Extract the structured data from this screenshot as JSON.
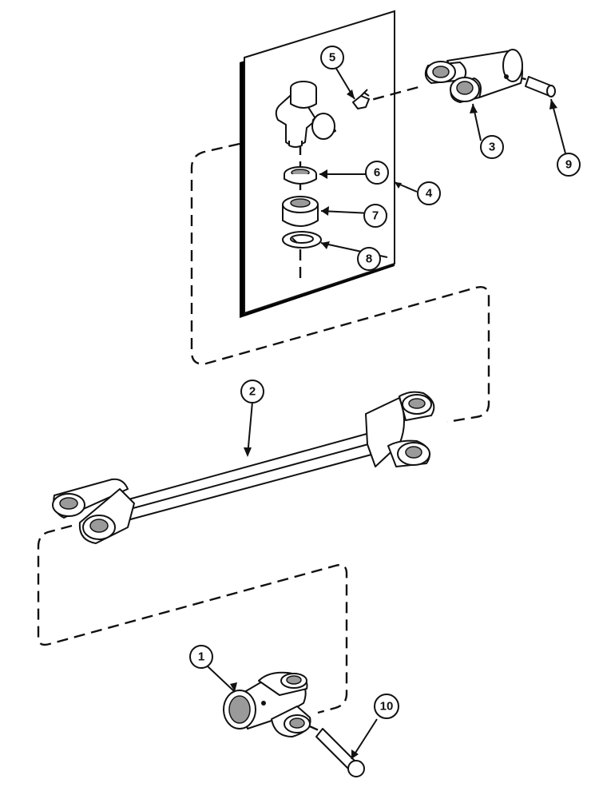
{
  "diagram": {
    "callouts": [
      {
        "id": "1",
        "label": "1"
      },
      {
        "id": "2",
        "label": "2"
      },
      {
        "id": "3",
        "label": "3"
      },
      {
        "id": "4",
        "label": "4"
      },
      {
        "id": "5",
        "label": "5"
      },
      {
        "id": "6",
        "label": "6"
      },
      {
        "id": "7",
        "label": "7"
      },
      {
        "id": "8",
        "label": "8"
      },
      {
        "id": "9",
        "label": "9"
      },
      {
        "id": "10",
        "label": "10"
      }
    ],
    "colors": {
      "ink": "#111111",
      "panel_shadow": "#000000",
      "background": "#ffffff"
    }
  }
}
